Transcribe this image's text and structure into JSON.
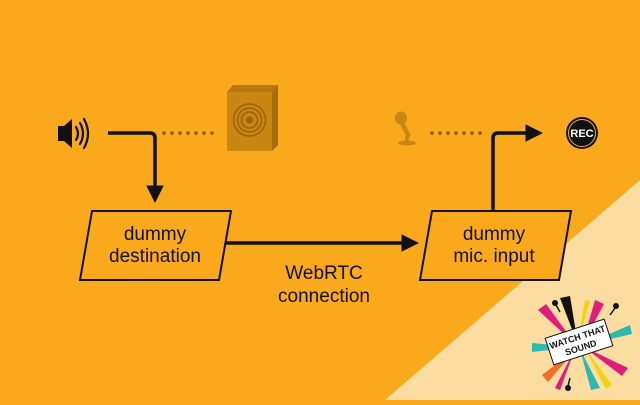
{
  "diagram": {
    "source_icon": "speaker-volume-icon",
    "speaker_icon": "loudspeaker-cabinet-icon",
    "mic_icon": "microphone-icon",
    "rec_badge": {
      "label": "REC",
      "icon": "record-badge-icon"
    },
    "box_left": {
      "line1": "dummy",
      "line2": "destination"
    },
    "box_right": {
      "line1": "dummy",
      "line2": "mic. input"
    },
    "connection": {
      "line1": "WebRTC",
      "line2": "connection"
    }
  },
  "logo": {
    "text_line1": "WATCH THAT",
    "text_line2": "SOUND"
  },
  "colors": {
    "background": "#F9A91B",
    "corner_light": "#FBDDA2",
    "ink": "#111111",
    "dim_icon": "#C98612",
    "dot": "#8A5A0E"
  }
}
